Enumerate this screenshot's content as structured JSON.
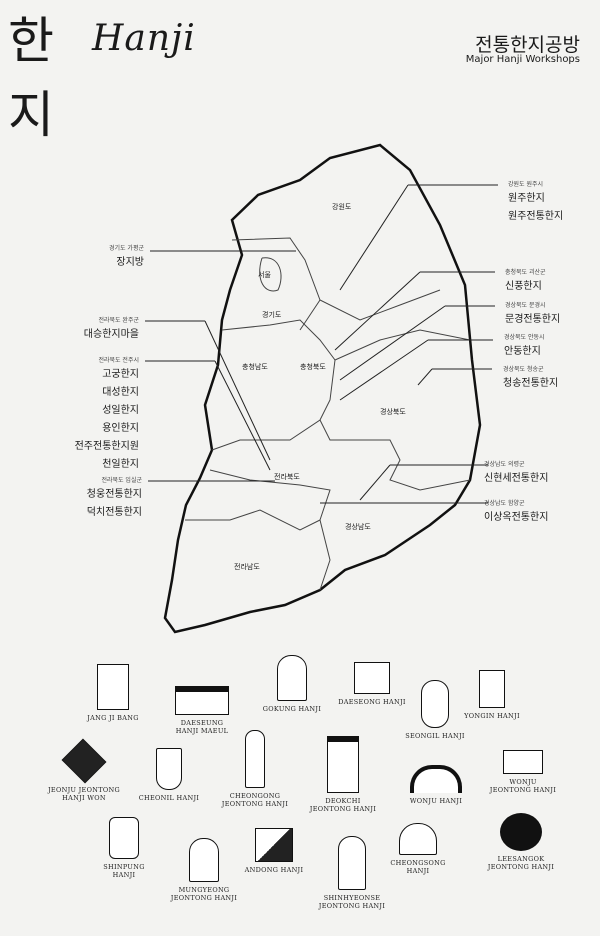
{
  "header": {
    "title_ko_chars": [
      "한",
      "지"
    ],
    "title_en": "Hanji",
    "subtitle_ko": "전통한지공방",
    "subtitle_en": "Major Hanji Workshops"
  },
  "regions": [
    "강원도",
    "서울",
    "경기도",
    "충청남도",
    "충청북도",
    "경상북도",
    "전라북도",
    "경상남도",
    "전라남도"
  ],
  "left_labels": [
    {
      "area": "경기도 가평군",
      "names": [
        "장지방"
      ]
    },
    {
      "area": "전라북도 완주군",
      "names": [
        "대승한지마을"
      ]
    },
    {
      "area": "전라북도 전주시",
      "names": [
        "고궁한지",
        "대성한지",
        "성일한지",
        "용인한지",
        "전주전통한지원",
        "천일한지"
      ]
    },
    {
      "area": "전라북도 임실군",
      "names": [
        "청웅전통한지",
        "덕치전통한지"
      ]
    }
  ],
  "right_labels": [
    {
      "area": "강원도 원주시",
      "names": [
        "원주한지",
        "원주전통한지"
      ]
    },
    {
      "area": "충청북도 괴산군",
      "names": [
        "신풍한지"
      ]
    },
    {
      "area": "경상북도 문경시",
      "names": [
        "문경전통한지"
      ]
    },
    {
      "area": "경상북도 안동시",
      "names": [
        "안동한지"
      ]
    },
    {
      "area": "경상북도 청송군",
      "names": [
        "청송전통한지"
      ]
    },
    {
      "area": "경상남도 의령군",
      "names": [
        "신현세전통한지"
      ]
    },
    {
      "area": "경상남도 함양군",
      "names": [
        "이상옥전통한지"
      ]
    }
  ],
  "logos": [
    {
      "name": "JANG JI BANG"
    },
    {
      "name": "DAESEUNG\nHANJI MAEUL"
    },
    {
      "name": "GOKUNG HANJI"
    },
    {
      "name": "DAESEONG HANJI"
    },
    {
      "name": "SEONGIL HANJI"
    },
    {
      "name": "YONGIN HANJI"
    },
    {
      "name": "JEONJU JEONTONG\nHANJI WON"
    },
    {
      "name": "CHEONIL HANJI"
    },
    {
      "name": "CHEONGONG\nJEONTONG HANJI"
    },
    {
      "name": "DEOKCHI\nJEONTONG HANJI"
    },
    {
      "name": "WONJU HANJI"
    },
    {
      "name": "WONJU\nJEONTONG HANJI"
    },
    {
      "name": "SHINPUNG\nHANJI"
    },
    {
      "name": "MUNGYEONG\nJEONTONG HANJI"
    },
    {
      "name": "ANDONG HANJI"
    },
    {
      "name": "SHINHYEONSE\nJEONTONG HANJI"
    },
    {
      "name": "CHEONGSONG\nHANJI"
    },
    {
      "name": "LEESANGOK\nJEONTONG HANJI"
    }
  ]
}
